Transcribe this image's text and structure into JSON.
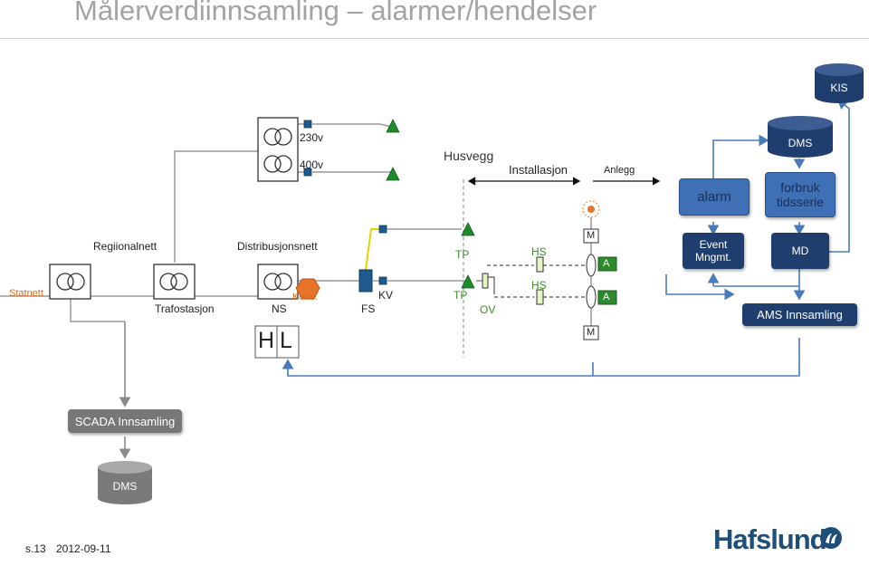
{
  "title": "Målerverdiinnsamling – alarmer/hendelser",
  "zone_labels": {
    "husvegg": "Husvegg",
    "installasjon": "Installasjon",
    "anlegg": "Anlegg"
  },
  "network_labels": {
    "statnett": "Statnett",
    "regionalnett": "Regiionalnett",
    "distribusjonsnett": "Distribusjonsnett",
    "trafostasjon": "Trafostasjon",
    "ns": "NS",
    "kons": "Kons.",
    "fs": "FS",
    "kv": "KV",
    "tp_top": "TP",
    "tp_bottom": "TP",
    "ov": "OV",
    "hs_top": "HS",
    "hs_bottom": "HS",
    "a_top": "A",
    "a_bottom": "A",
    "m_top": "M",
    "m_bottom": "M",
    "v230": "230v",
    "v400": "400v",
    "h": "H",
    "l": "L"
  },
  "systems": {
    "kis": "KIS",
    "dms_top": "DMS",
    "alarm": "alarm",
    "forbruk": "forbruk tidsserie",
    "event": "Event Mngmt.",
    "md": "MD",
    "ams": "AMS Innsamling",
    "scada": "SCADA Innsamling",
    "dms_bottom": "DMS"
  },
  "footer": {
    "slide": "s.13",
    "date": "2012-09-11",
    "logo": "Hafslund"
  },
  "colors": {
    "title": "#a3a3a3",
    "navy": "#1f3e6e",
    "blue": "#3f6fb5",
    "green_triangle": "#1e8a2a",
    "konstant": "#e8732a",
    "gray_box": "#777777",
    "line_blue": "#4a7ab8",
    "line_gray": "#9a9a9a"
  }
}
